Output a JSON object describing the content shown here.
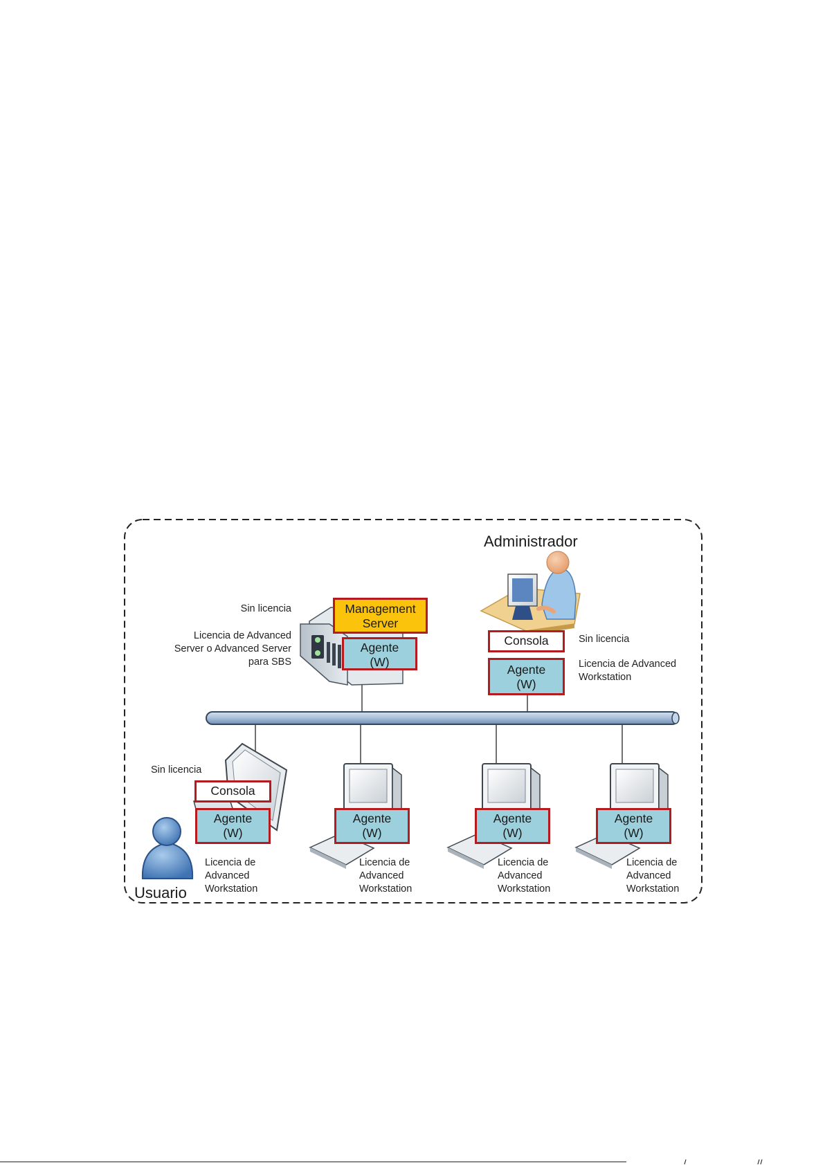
{
  "diagram": {
    "administrator_label": "Administrador",
    "user_label": "Usuario",
    "server": {
      "no_license": "Sin licencia",
      "license_line1": "Licencia de Advanced",
      "license_line2": "Server o Advanced Server",
      "license_line3": "para SBS",
      "mgmt_line1": "Management",
      "mgmt_line2": "Server",
      "agent_line1": "Agente",
      "agent_line2": "(W)"
    },
    "admin": {
      "console": "Consola",
      "no_license": "Sin licencia",
      "license_line1": "Licencia de Advanced",
      "license_line2": "Workstation",
      "agent_line1": "Agente",
      "agent_line2": "(W)"
    },
    "laptop": {
      "no_license": "Sin licencia",
      "console": "Consola",
      "agent_line1": "Agente",
      "agent_line2": "(W)",
      "license_line1": "Licencia de",
      "license_line2": "Advanced",
      "license_line3": "Workstation"
    },
    "workstations": [
      {
        "agent_line1": "Agente",
        "agent_line2": "(W)",
        "license_line1": "Licencia de",
        "license_line2": "Advanced",
        "license_line3": "Workstation"
      },
      {
        "agent_line1": "Agente",
        "agent_line2": "(W)",
        "license_line1": "Licencia de",
        "license_line2": "Advanced",
        "license_line3": "Workstation"
      },
      {
        "agent_line1": "Agente",
        "agent_line2": "(W)",
        "license_line1": "Licencia de",
        "license_line2": "Advanced",
        "license_line3": "Workstation"
      }
    ]
  },
  "colors": {
    "agent_fill": "#9bd0dc",
    "box_border": "#b51a1f",
    "management_fill": "#fcc30d",
    "bus_fill": "#a8bed9",
    "person_fill": "#5b8ec9"
  },
  "icons": [
    "server-icon",
    "admin-desk-icon",
    "laptop-icon",
    "user-icon",
    "desktop-computer-icon"
  ]
}
